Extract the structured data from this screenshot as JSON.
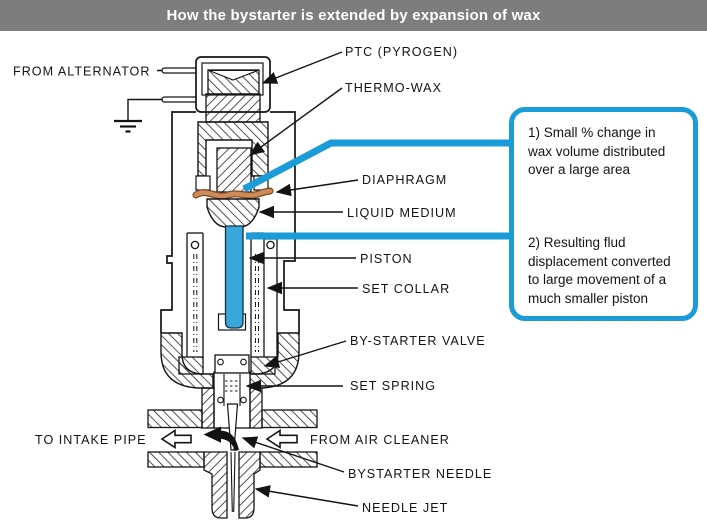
{
  "title_bar": {
    "title": "How the bystarter is extended by expansion of wax",
    "bg_color": "#7d7d7d",
    "text_color": "#ffffff"
  },
  "diagram": {
    "labels": {
      "from_alternator": "FROM ALTERNATOR",
      "ptc": "PTC (PYROGEN)",
      "thermo_wax": "THERMO-WAX",
      "diaphragm": "DIAPHRAGM",
      "liquid_medium": "LIQUID MEDIUM",
      "piston": "PISTON",
      "set_collar": "SET COLLAR",
      "by_starter_valve": "BY-STARTER VALVE",
      "set_spring": "SET SPRING",
      "to_intake_pipe": "TO INTAKE PIPE",
      "from_air_cleaner": "FROM AIR CLEANER",
      "bystarter_needle": "BYSTARTER NEEDLE",
      "needle_jet": "NEEDLE JET"
    },
    "colors": {
      "accent_blue": "#1b9bd8",
      "piston_blue": "#38a8dc",
      "diaphragm_copper": "#cd8b5a",
      "line_black": "#141414"
    }
  },
  "callout": {
    "note1_lines": [
      "1) Small % change in",
      "wax volume distributed",
      "over a large area"
    ],
    "note2_lines": [
      "2) Resulting flud",
      "displacement converted",
      "to large movement of a",
      "much smaller piston"
    ]
  }
}
